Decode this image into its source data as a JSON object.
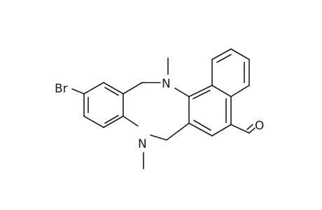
{
  "molecule": {
    "atoms": {
      "bromine": "Br",
      "nitrogen_top": "N",
      "nitrogen_bottom": "N",
      "oxygen": "O"
    }
  }
}
